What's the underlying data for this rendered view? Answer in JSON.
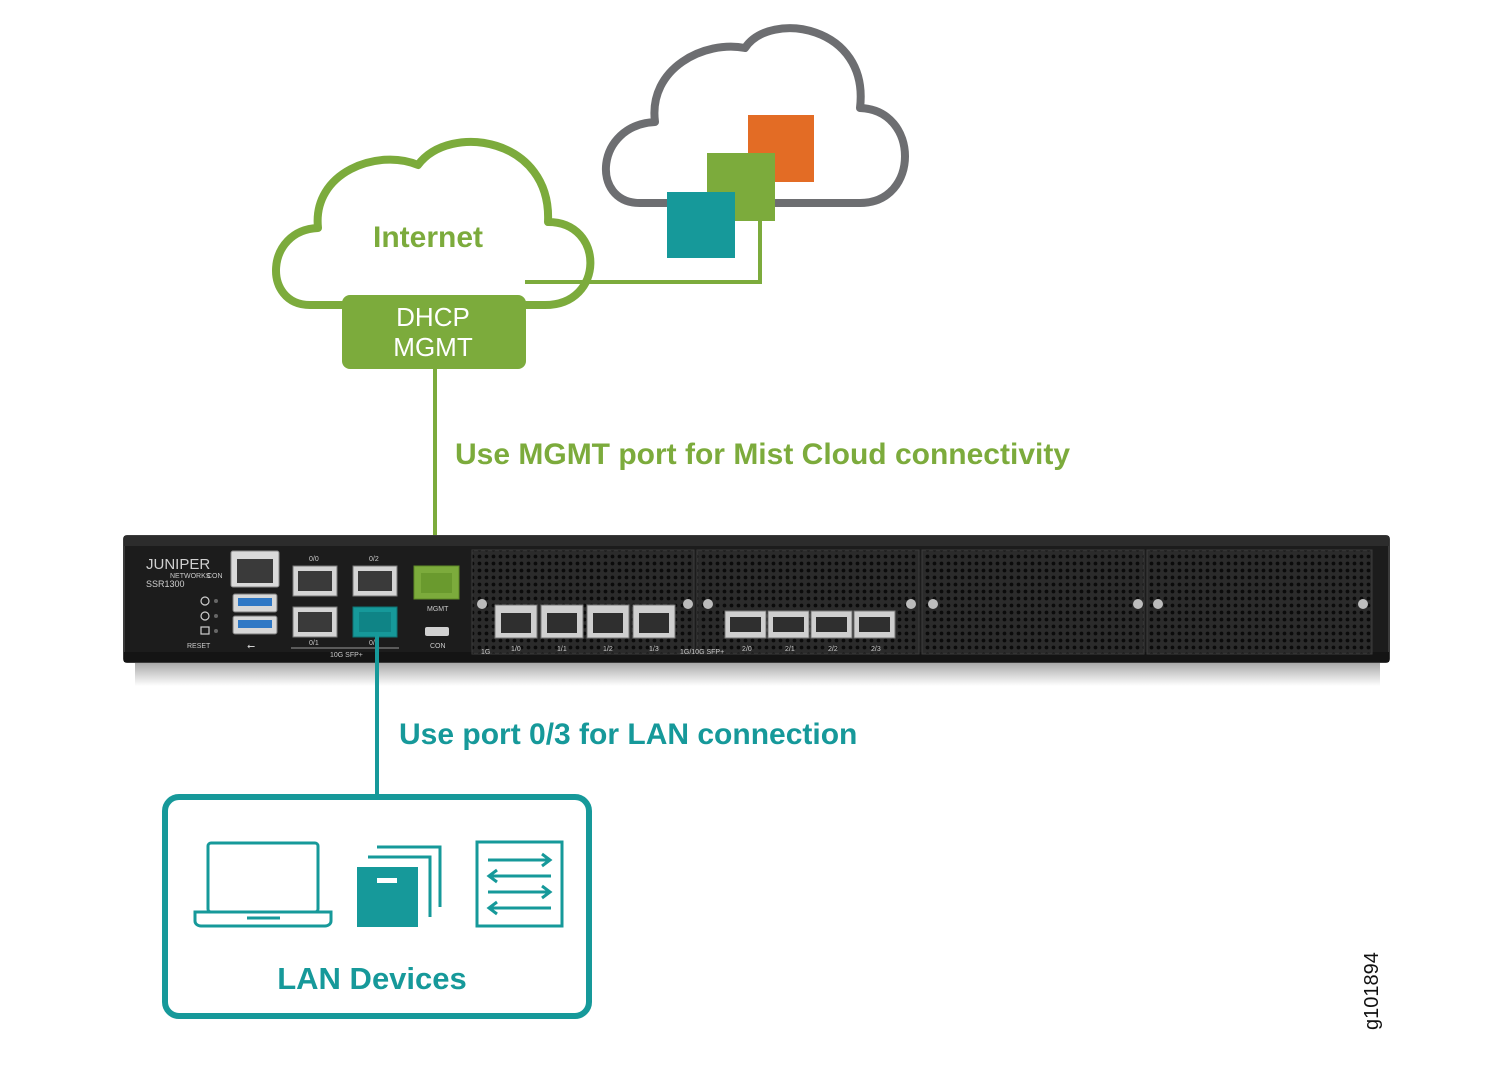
{
  "internet_cloud": {
    "label": "Internet"
  },
  "mgmt_box": {
    "line1": "DHCP",
    "line2": "MGMT"
  },
  "mgmt_caption": "Use MGMT port for Mist Cloud connectivity",
  "lan_caption": "Use port 0/3 for LAN connection",
  "lan_box": {
    "label": "LAN Devices"
  },
  "figure_id": "g101894",
  "device": {
    "brand": "JUNIPER",
    "brand_sub": "NETWORKS",
    "model": "SSR1300",
    "con_top": "CON",
    "reset": "RESET",
    "port_0_0": "0/0",
    "port_0_1": "0/1",
    "port_0_2": "0/2",
    "port_0_3": "0/3",
    "sfp_group": "10G SFP+",
    "mgmt_port": "MGMT",
    "con_port": "CON",
    "group1": "1G",
    "p1_0": "1/0",
    "p1_1": "1/1",
    "p1_2": "1/2",
    "p1_3": "1/3",
    "group2": "1G/10G SFP+",
    "p2_0": "2/0",
    "p2_1": "2/1",
    "p2_2": "2/2",
    "p2_3": "2/3"
  },
  "colors": {
    "green": "#7cab3c",
    "teal": "#16999a",
    "orange": "#e36c25",
    "gray_cloud": "#6d6e71",
    "chassis": "#1c1c1c"
  }
}
